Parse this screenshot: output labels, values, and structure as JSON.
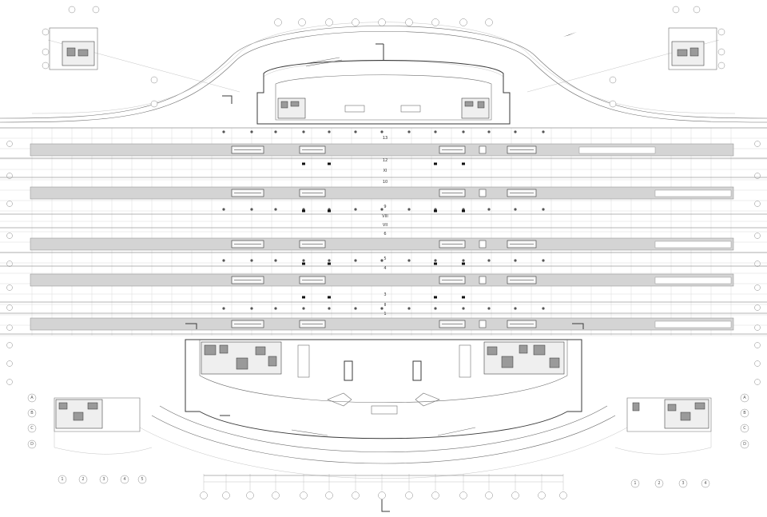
{
  "drawing": {
    "kind": "railway station floor plan",
    "track_labels": [
      "13",
      "12",
      "XI",
      "10",
      "9",
      "VIII",
      "VII",
      "6",
      "5",
      "4",
      "3",
      "II",
      "1"
    ],
    "grid_axis_numbers_bottom_left": [
      "1",
      "2",
      "3",
      "4",
      "5"
    ],
    "grid_axis_numbers_bottom_right": [
      "1",
      "2",
      "3",
      "4"
    ],
    "grid_axis_letters": [
      "A",
      "B",
      "C",
      "D"
    ]
  },
  "colors": {
    "platform": "#d4d4d4",
    "line": "#6e6e6e",
    "background": "#ffffff"
  }
}
